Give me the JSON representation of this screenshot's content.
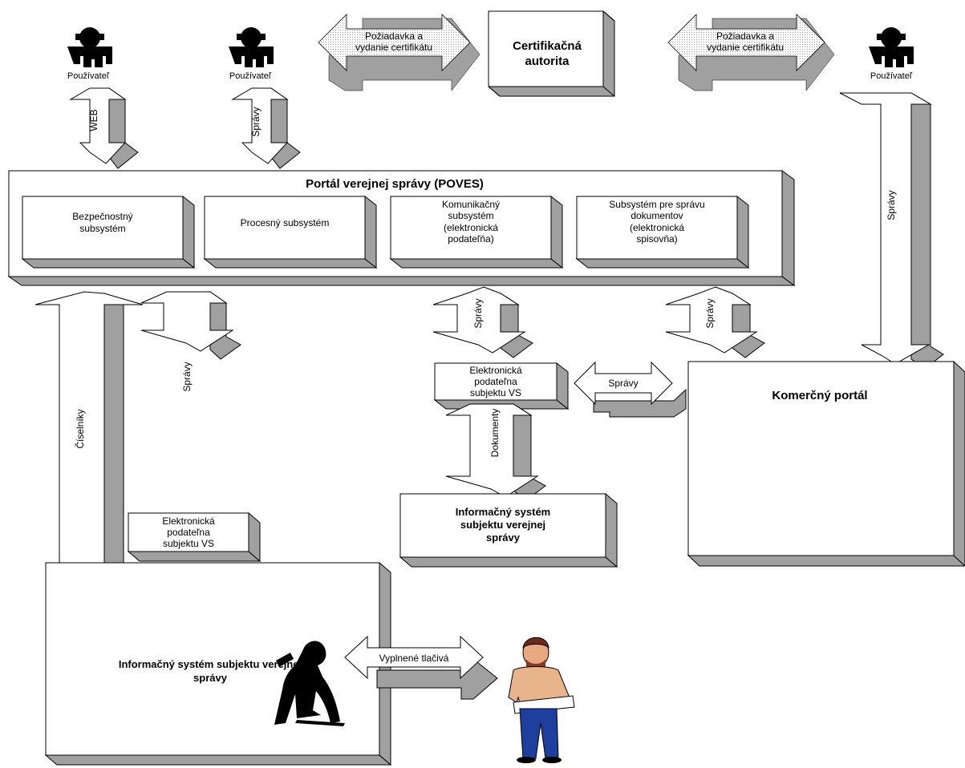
{
  "users": {
    "user_left": "Používateľ",
    "user_mid": "Používateľ",
    "user_right": "Používateľ"
  },
  "ca": {
    "title_line1": "Certifikačná",
    "title_line2": "autorita",
    "request_line1": "Požiadavka a",
    "request_line2": "vydanie certifikátu"
  },
  "arrows": {
    "web": "WEB",
    "spravy": "Správy",
    "ciselniky": "Číselníky",
    "dokumenty": "Dokumenty",
    "vyplnene_tlaciva": "Vyplnené tlačivá"
  },
  "portal": {
    "title": "Portál verejnej správy (POVES)",
    "security_line1": "Bezpečnostný",
    "security_line2": "subsystém",
    "process": "Procesný subsystém",
    "comm_line1": "Komunikačný",
    "comm_line2": "subsystém",
    "comm_line3": "(elektronická",
    "comm_line4": "podateľňa)",
    "docs_line1": "Subsystém pre správu",
    "docs_line2": "dokumentov",
    "docs_line3": "(elektronická",
    "docs_line4": "spisovňa)"
  },
  "filing": {
    "line1": "Elektronická",
    "line2": "podateľna",
    "line3": "subjektu VS"
  },
  "commercial": {
    "title": "Komerčný portál"
  },
  "is_mid": {
    "line1": "Informačný systém",
    "line2": "subjektu verejnej",
    "line3": "správy"
  },
  "is_bottom": {
    "line1": "Informačný systém subjektu verejnej",
    "line2": "správy"
  },
  "colors": {
    "shadow": "#a0a0a0",
    "outline": "#000000",
    "face": "#ffffff",
    "figure_skin": "#e8a882",
    "figure_shirt": "#e8b48c",
    "figure_pants": "#1f3f9f"
  }
}
